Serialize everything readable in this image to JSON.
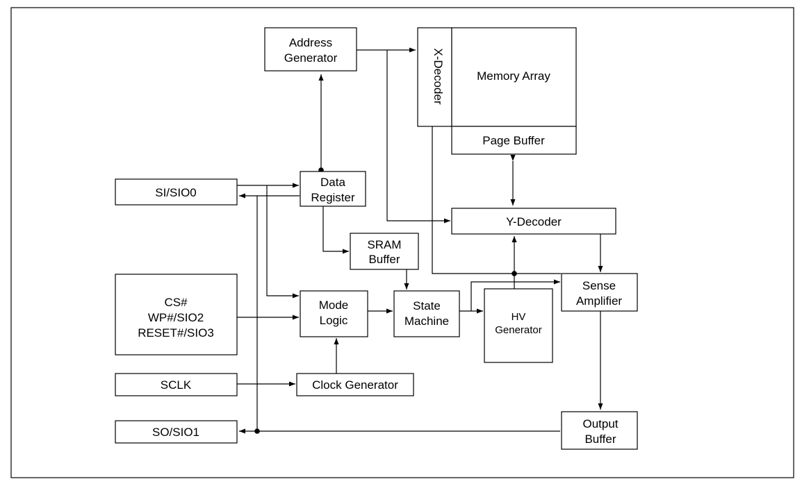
{
  "blocks": {
    "address_generator": [
      "Address",
      "Generator"
    ],
    "x_decoder": "X-Decoder",
    "memory_array": "Memory Array",
    "page_buffer": "Page Buffer",
    "si_sio0": "SI/SIO0",
    "data_register": [
      "Data",
      "Register"
    ],
    "y_decoder": "Y-Decoder",
    "sram_buffer": [
      "SRAM",
      "Buffer"
    ],
    "control_pins": [
      "CS#",
      "WP#/SIO2",
      "RESET#/SIO3"
    ],
    "mode_logic": [
      "Mode",
      "Logic"
    ],
    "state_machine": [
      "State",
      "Machine"
    ],
    "hv_generator": [
      "HV",
      "Generator"
    ],
    "sense_amplifier": [
      "Sense",
      "Amplifier"
    ],
    "sclk": "SCLK",
    "clock_generator": "Clock Generator",
    "so_sio1": "SO/SIO1",
    "output_buffer": [
      "Output",
      "Buffer"
    ]
  }
}
